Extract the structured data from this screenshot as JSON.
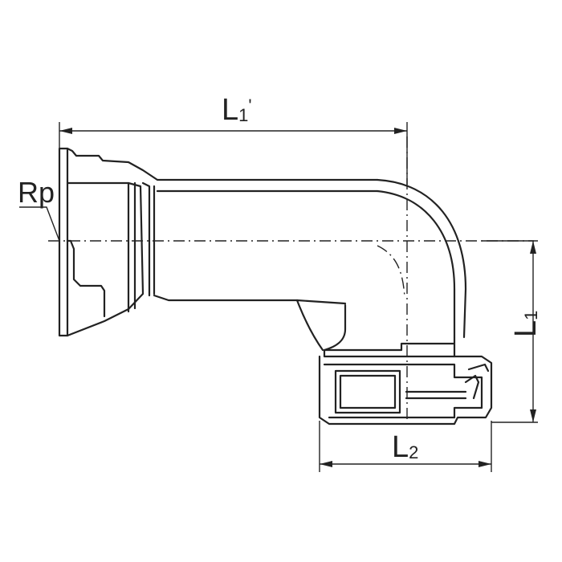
{
  "labels": {
    "rp": "Rp",
    "l1_prime_base": "L",
    "l1_prime_sub": "1",
    "l1_prime_mark": "'",
    "l2_base": "L",
    "l2_sub": "2",
    "l1_base": "L",
    "l1_sub": "1"
  },
  "colors": {
    "line": "#222222",
    "background": "#ffffff"
  }
}
